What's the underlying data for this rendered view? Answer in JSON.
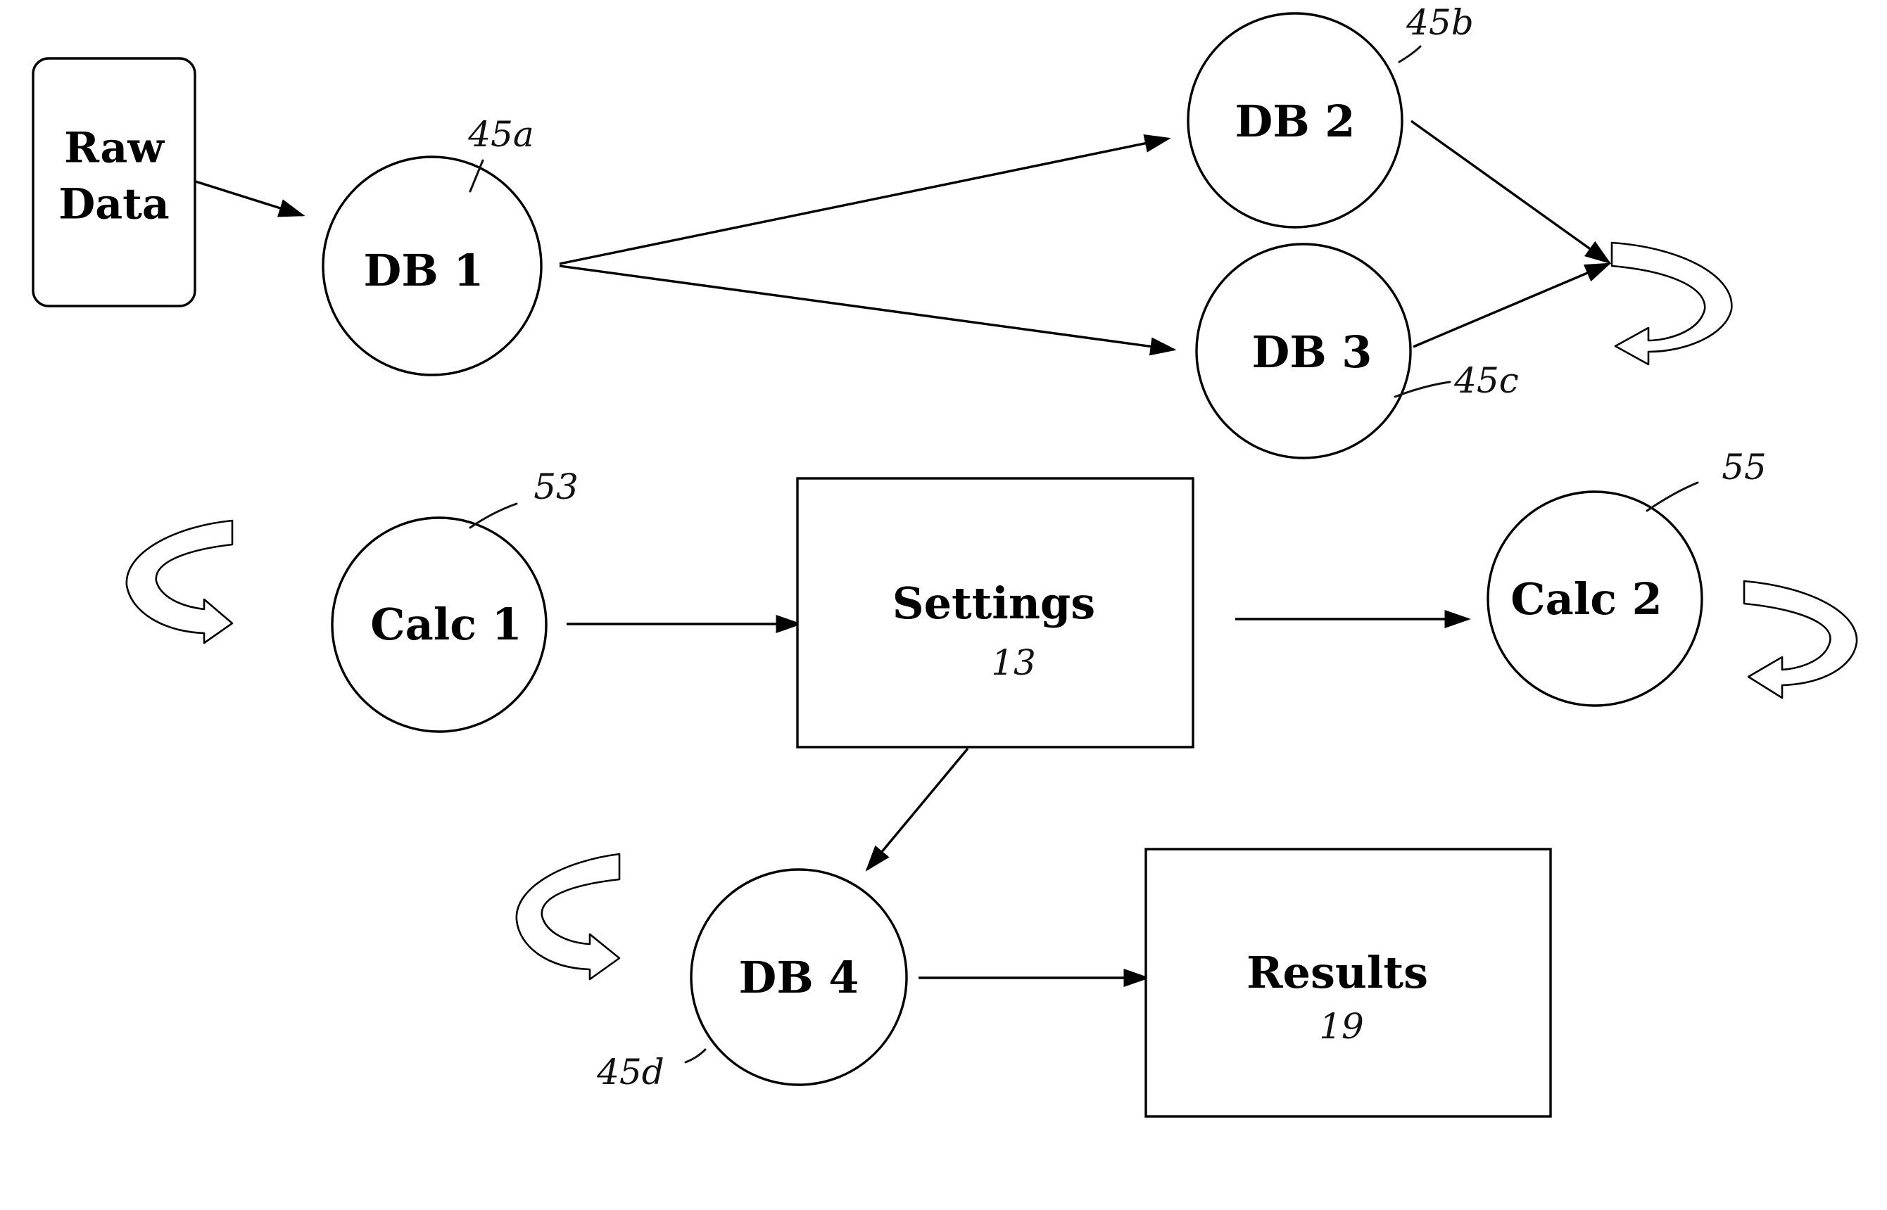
{
  "nodes": {
    "raw_data": {
      "line1": "Raw",
      "line2": "Data"
    },
    "db1": {
      "label": "DB 1",
      "ref": "45a"
    },
    "db2": {
      "label": "DB 2",
      "ref": "45b"
    },
    "db3": {
      "label": "DB 3",
      "ref": "45c"
    },
    "db4": {
      "label": "DB 4",
      "ref": "45d"
    },
    "calc1": {
      "label": "Calc 1",
      "ref": "53"
    },
    "calc2": {
      "label": "Calc 2",
      "ref": "55"
    },
    "settings": {
      "label": "Settings",
      "ref": "13"
    },
    "results": {
      "label": "Results",
      "ref": "19"
    }
  },
  "edges": [
    {
      "from": "raw_data",
      "to": "db1"
    },
    {
      "from": "db1",
      "to": "db2"
    },
    {
      "from": "db1",
      "to": "db3"
    },
    {
      "from": "db2",
      "to": "loop_db23"
    },
    {
      "from": "db3",
      "to": "loop_db23"
    },
    {
      "from": "calc1",
      "to": "settings"
    },
    {
      "from": "settings",
      "to": "calc2"
    },
    {
      "from": "settings",
      "to": "db4"
    },
    {
      "from": "db4",
      "to": "results"
    }
  ],
  "loops": [
    "db2_db3_merge",
    "calc1",
    "calc2",
    "db4"
  ]
}
